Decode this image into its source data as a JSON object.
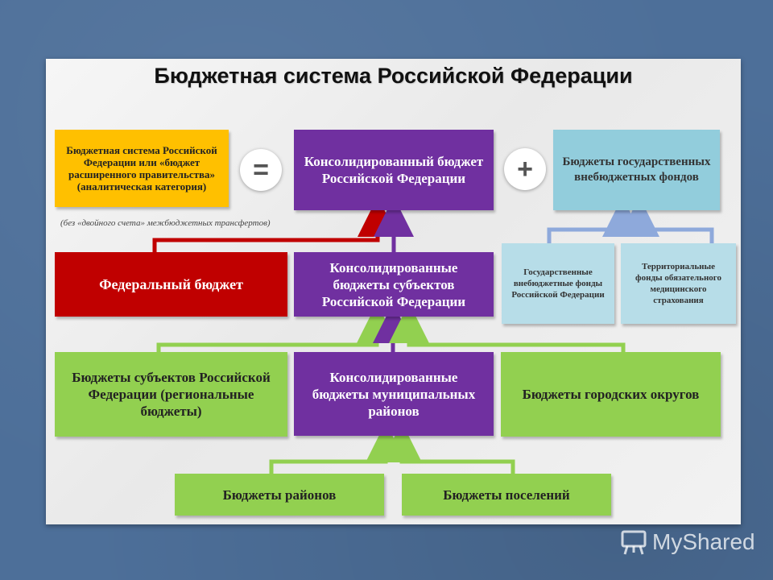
{
  "title": "Бюджетная система Российской Федерации",
  "boxes": {
    "analytic": "Бюджетная система Российской Федерации или «бюджет расширенного правительства» (аналитическая категория)",
    "consolidated_rf": "Консолидированный бюджет Российской Федерации",
    "extrabudgetary": "Бюджеты государственных внебюджетных фондов",
    "federal": "Федеральный бюджет",
    "consolidated_subjects": "Консолидированные бюджеты субъектов Российской Федерации",
    "state_funds": "Государственные внебюджетные фонды Российской Федерации",
    "territorial_funds": "Территориальные фонды обязательного медицинского страхования",
    "regional": "Бюджеты субъектов Российской Федерации (региональные бюджеты)",
    "consolidated_municipal": "Консолидированные бюджеты муниципальных районов",
    "city_districts": "Бюджеты городских округов",
    "districts": "Бюджеты районов",
    "settlements": "Бюджеты поселений"
  },
  "signs": {
    "equals": "=",
    "plus": "+"
  },
  "note": "(без «двойного счета» межбюджетных трансфертов)",
  "logo": "MyShared",
  "colors": {
    "purple": "#7030a0",
    "yellow": "#ffc000",
    "blue": "#92cddc",
    "light_blue": "#b7dde8",
    "red": "#c00000",
    "green": "#92d050",
    "arrow_blue": "#8ea9db"
  }
}
